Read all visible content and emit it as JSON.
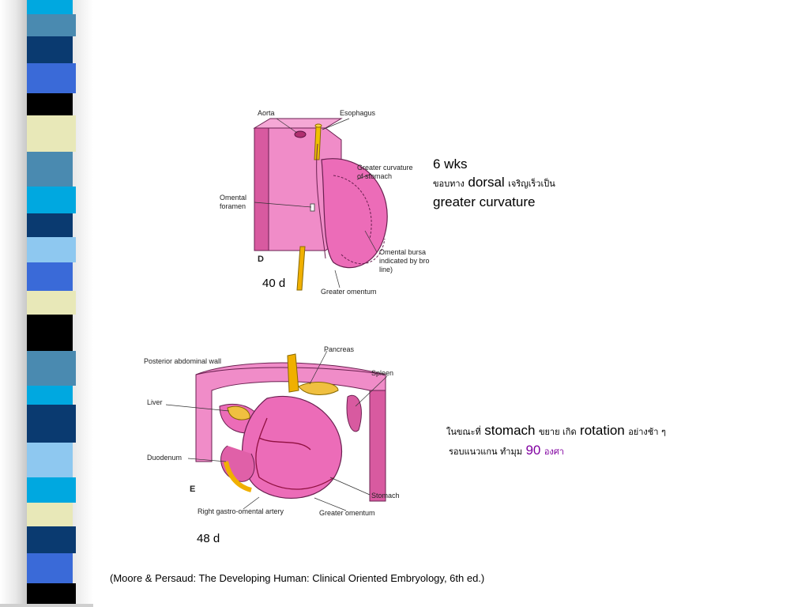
{
  "figure_d": {
    "labels": {
      "aorta": "Aorta",
      "esophagus": "Esophagus",
      "greater_curvature_1": "Greater curvature",
      "greater_curvature_2": "of stomach",
      "omental_foramen_1": "Omental",
      "omental_foramen_2": "foramen",
      "omental_bursa_1": "Omental bursa",
      "omental_bursa_2": "indicated by bro",
      "omental_bursa_3": "line)",
      "panel": "D",
      "greater_omentum": "Greater omentum"
    },
    "age": "40 d"
  },
  "figure_e": {
    "labels": {
      "posterior_wall": "Posterior abdominal wall",
      "pancreas": "Pancreas",
      "spleen": "Spleen",
      "liver": "Liver",
      "duodenum": "Duodenum",
      "panel": "E",
      "stomach": "Stomach",
      "right_artery": "Right gastro-omental artery",
      "greater_omentum": "Greater omentum"
    },
    "age": "48 d"
  },
  "note1": {
    "line1": "6 wks",
    "line2_a": "ขอบทาง",
    "line2_b": "dorsal",
    "line2_c": "เจริญเร็วเป็น",
    "line3": "greater curvature"
  },
  "note2": {
    "a": "ในขณะที่",
    "b": "stomach",
    "c": "ขยาย เกิด",
    "d": "rotation",
    "e": "อย่างช้า ๆ",
    "f": "รอบแนวแกน ทำมุม",
    "g": "90",
    "h": "องศา"
  },
  "citation": "(Moore & Persaud: The Developing Human: Clinical Oriented Embryology, 6th ed.)",
  "colors": {
    "stripe_cyan": "#00a8e0",
    "stripe_navy": "#0a3a70",
    "stripe_blue": "#3a6ad8",
    "stripe_black": "#000000",
    "stripe_cream": "#e8e8b8",
    "stripe_steel": "#4a8ab0",
    "stripe_lightblue": "#8ec8f0",
    "tissue_pink": "#e864b0",
    "text_purple": "#8000a0"
  }
}
